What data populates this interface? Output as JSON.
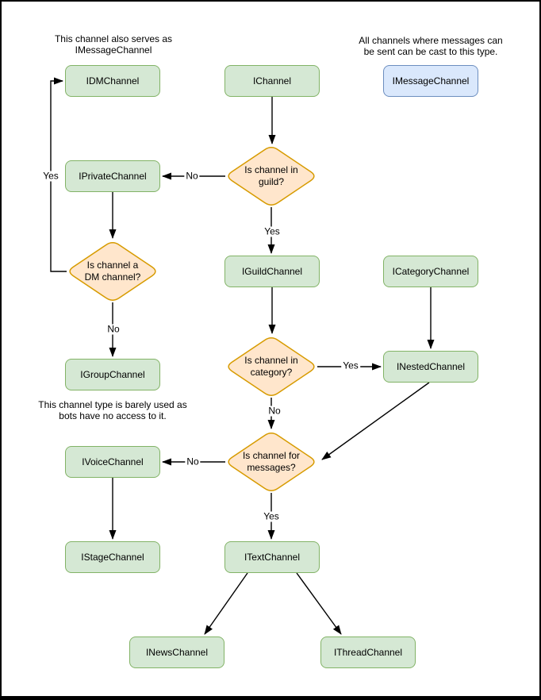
{
  "diagram": {
    "colors": {
      "green_fill": "#d5e8d4",
      "green_border": "#82b366",
      "blue_fill": "#dae8fc",
      "blue_border": "#6c8ebf",
      "orange_fill": "#ffe6cc",
      "orange_border": "#d79b00",
      "line": "#000000",
      "frame": "#000000",
      "background": "#ffffff"
    },
    "nodes": [
      {
        "label": "IDMChannel",
        "kind": "green"
      },
      {
        "label": "IChannel",
        "kind": "green"
      },
      {
        "label": "IMessageChannel",
        "kind": "blue"
      },
      {
        "label": "IPrivateChannel",
        "kind": "green"
      },
      {
        "label": "IGuildChannel",
        "kind": "green"
      },
      {
        "label": "ICategoryChannel",
        "kind": "green"
      },
      {
        "label": "IGroupChannel",
        "kind": "green"
      },
      {
        "label": "INestedChannel",
        "kind": "green"
      },
      {
        "label": "IVoiceChannel",
        "kind": "green"
      },
      {
        "label": "IStageChannel",
        "kind": "green"
      },
      {
        "label": "ITextChannel",
        "kind": "green"
      },
      {
        "label": "INewsChannel",
        "kind": "green"
      },
      {
        "label": "IThreadChannel",
        "kind": "green"
      }
    ],
    "decisions": [
      {
        "lines": [
          "Is channel in",
          "guild?"
        ]
      },
      {
        "lines": [
          "Is channel a",
          "DM channel?"
        ]
      },
      {
        "lines": [
          "Is channel in",
          "category?"
        ]
      },
      {
        "lines": [
          "Is channel for",
          "messages?"
        ]
      }
    ],
    "edge_labels": {
      "yes": "Yes",
      "no": "No"
    },
    "annotations": [
      {
        "lines": [
          "This channel also serves as",
          "IMessageChannel"
        ]
      },
      {
        "lines": [
          "All channels where messages can",
          "be sent can be cast to this type."
        ]
      },
      {
        "lines": [
          "This channel type is barely used as",
          "bots have no access to it."
        ]
      }
    ]
  }
}
